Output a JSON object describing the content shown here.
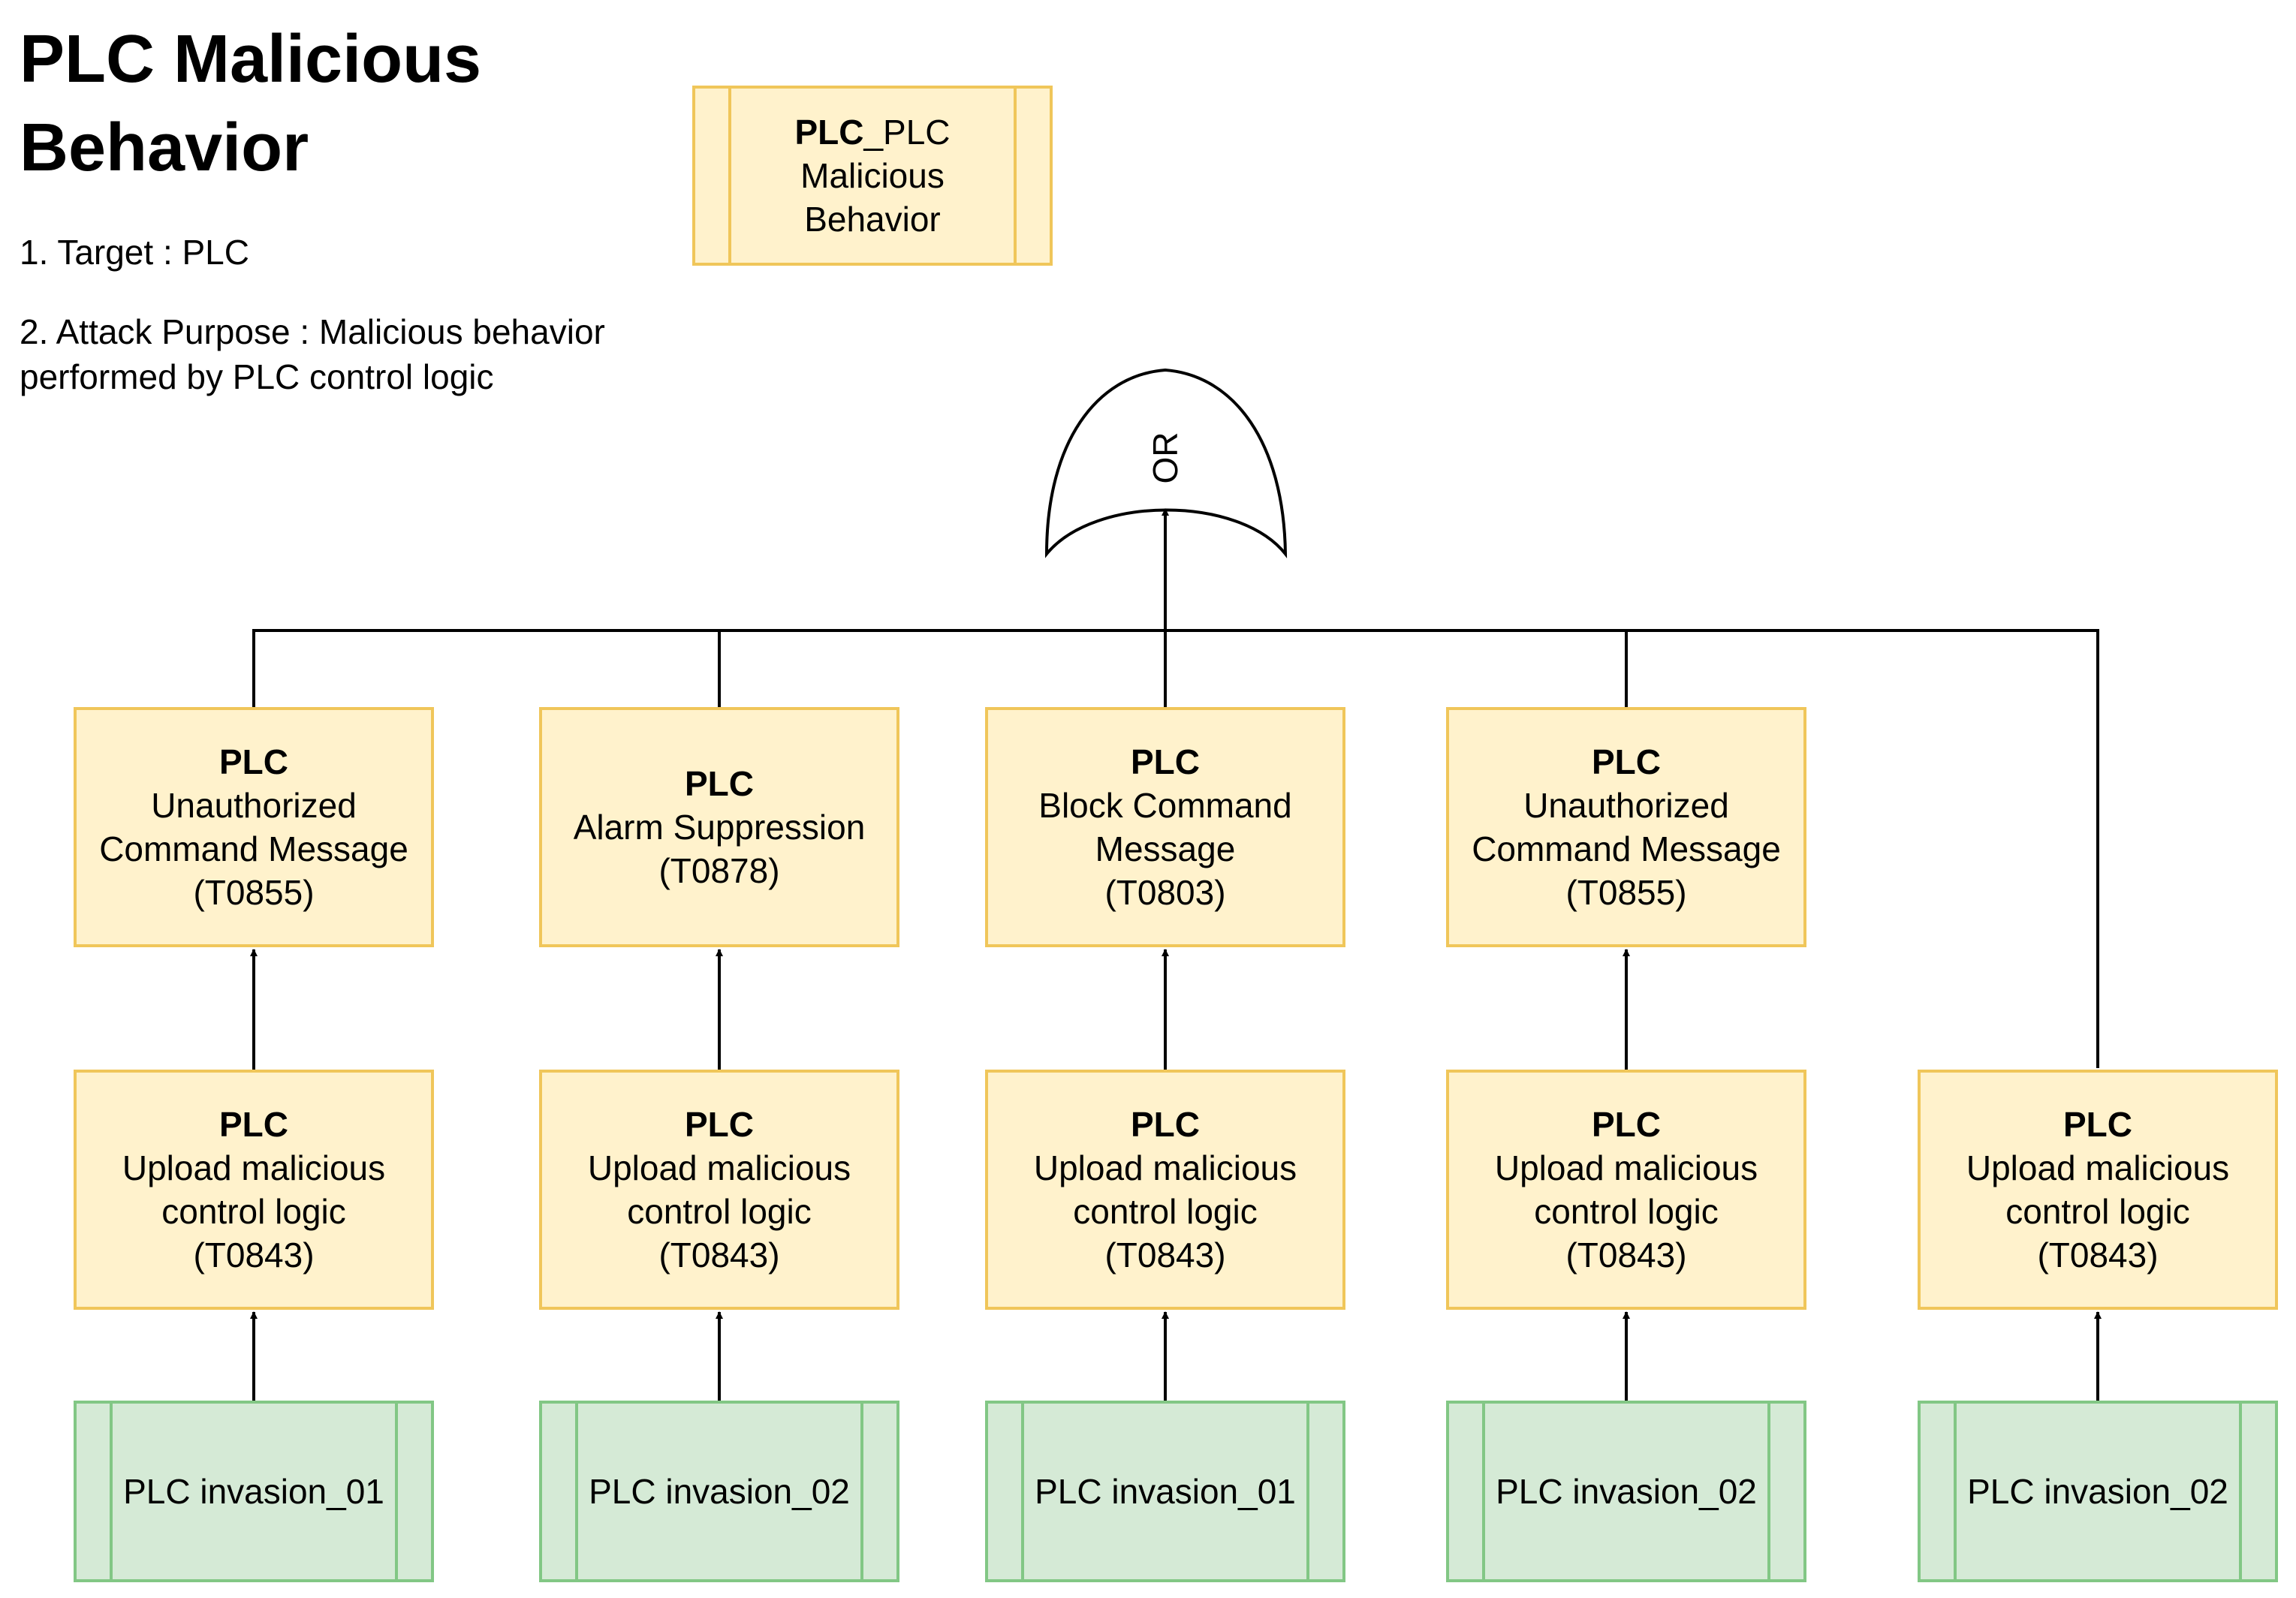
{
  "title": "PLC Malicious Behavior",
  "info": {
    "target": "1. Target : PLC",
    "purpose": "2. Attack Purpose : Malicious behavior performed by PLC control logic"
  },
  "legend": {
    "bold": "PLC",
    "rest": "_PLC\nMalicious\nBehavior"
  },
  "gate": {
    "label": "OR"
  },
  "techniques": [
    {
      "bold": "PLC",
      "text": "Unauthorized\nCommand Message\n(T0855)"
    },
    {
      "bold": "PLC",
      "text": "Alarm Suppression\n(T0878)"
    },
    {
      "bold": "PLC",
      "text": "Block Command\nMessage\n(T0803)"
    },
    {
      "bold": "PLC",
      "text": "Unauthorized\nCommand Message\n(T0855)"
    }
  ],
  "uploads": [
    {
      "bold": "PLC",
      "text": "Upload malicious\ncontrol logic\n(T0843)"
    },
    {
      "bold": "PLC",
      "text": "Upload malicious\ncontrol logic\n(T0843)"
    },
    {
      "bold": "PLC",
      "text": "Upload malicious\ncontrol logic\n(T0843)"
    },
    {
      "bold": "PLC",
      "text": "Upload malicious\ncontrol logic\n(T0843)"
    },
    {
      "bold": "PLC",
      "text": "Upload malicious\ncontrol logic\n(T0843)"
    }
  ],
  "invasions": [
    {
      "label": "PLC invasion_01"
    },
    {
      "label": "PLC invasion_02"
    },
    {
      "label": "PLC invasion_01"
    },
    {
      "label": "PLC invasion_02"
    },
    {
      "label": "PLC invasion_02"
    }
  ]
}
